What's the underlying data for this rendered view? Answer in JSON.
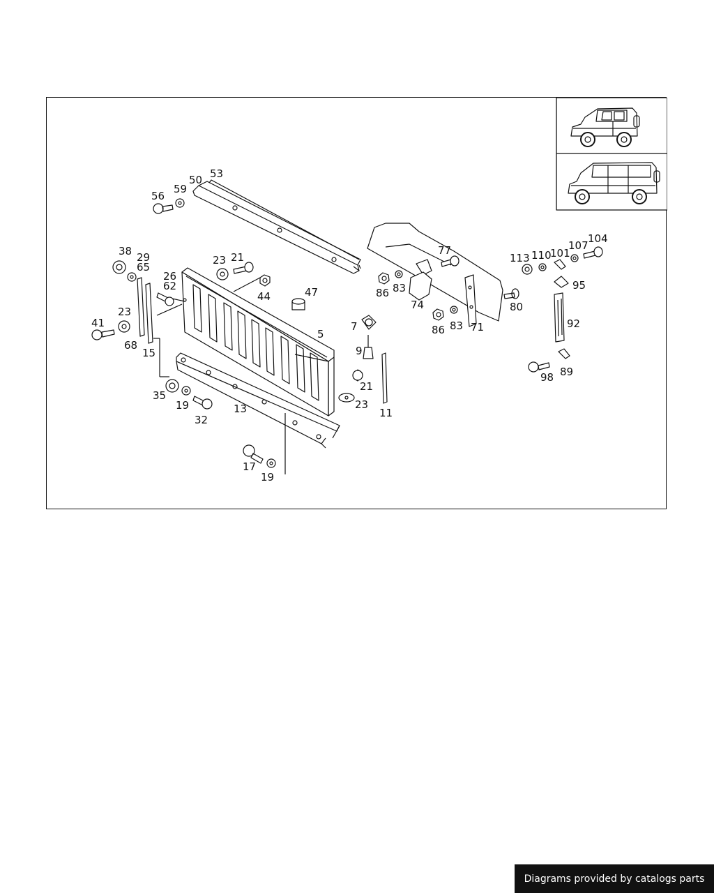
{
  "footer": {
    "text": "Diagrams provided by catalogs parts"
  },
  "vehicles": [
    {
      "name": "short-wheelbase",
      "icon": "suv-short-icon"
    },
    {
      "name": "long-wheelbase",
      "icon": "suv-long-icon"
    }
  ],
  "callouts": [
    "53",
    "50",
    "56",
    "59",
    "38",
    "29",
    "65",
    "23",
    "21",
    "26",
    "62",
    "44",
    "47",
    "41",
    "23",
    "68",
    "15",
    "5",
    "7",
    "9",
    "21",
    "23",
    "35",
    "19",
    "32",
    "13",
    "11",
    "17",
    "19",
    "77",
    "86",
    "83",
    "74",
    "86",
    "83",
    "71",
    "80",
    "113",
    "110",
    "101",
    "107",
    "104",
    "95",
    "92",
    "98",
    "89"
  ]
}
